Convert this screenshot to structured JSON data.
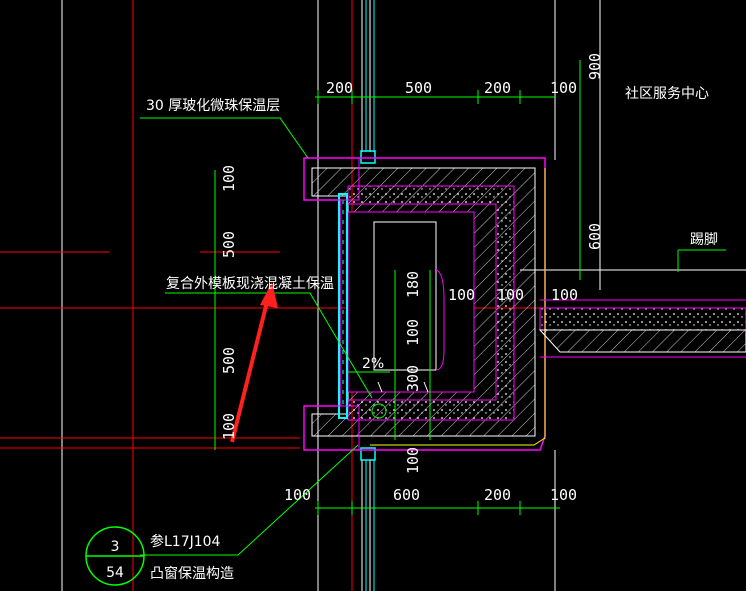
{
  "colors": {
    "background": "#000000",
    "grid_red": "#ff0000",
    "leader_green": "#00ff00",
    "wall_magenta": "#ff00ff",
    "glass_cyan": "#00ffff",
    "blue": "#0000ff",
    "yellow": "#ffff00",
    "arrow_red": "#ff2020"
  },
  "labels": {
    "insulation_30": "30 厚玻化微珠保温层",
    "community_center": "社区服务中心",
    "skirting": "踢脚",
    "composite_formwork": "复合外模板现浇混凝土保温",
    "slope": "2%",
    "ref_code": "参L17J104",
    "detail_title": "凸窗保温构造"
  },
  "detail_ref": {
    "number": "3",
    "sheet": "54"
  },
  "dimensions": {
    "top_row": [
      "200",
      "500",
      "200",
      "100"
    ],
    "bottom_row": [
      "100",
      "600",
      "200",
      "100"
    ],
    "left_col": [
      "100",
      "500",
      "500",
      "100"
    ],
    "right_900": "900",
    "right_600": "600",
    "middle_100a": "100",
    "middle_100b": "100",
    "middle_100c": "100",
    "inner_180": "180",
    "inner_100": "100",
    "inner_300": "300",
    "bottom_100_vertical": "100"
  }
}
